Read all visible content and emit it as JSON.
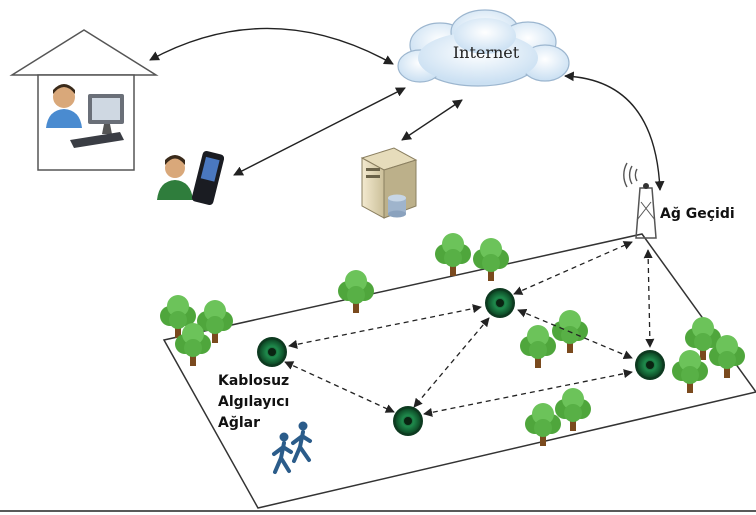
{
  "labels": {
    "internet": "Internet",
    "gateway": "Ağ Geçidi",
    "wsn_line1": "Kablosuz",
    "wsn_line2": "Algılayıcı",
    "wsn_line3": "Ağlar"
  },
  "colors": {
    "node": "#1e7a45",
    "node_ring": "#0d3a20",
    "tree_foliage": "#5fb84a",
    "tree_trunk": "#7a4a1e",
    "arrow": "#222222",
    "people": "#2b5c8a"
  }
}
